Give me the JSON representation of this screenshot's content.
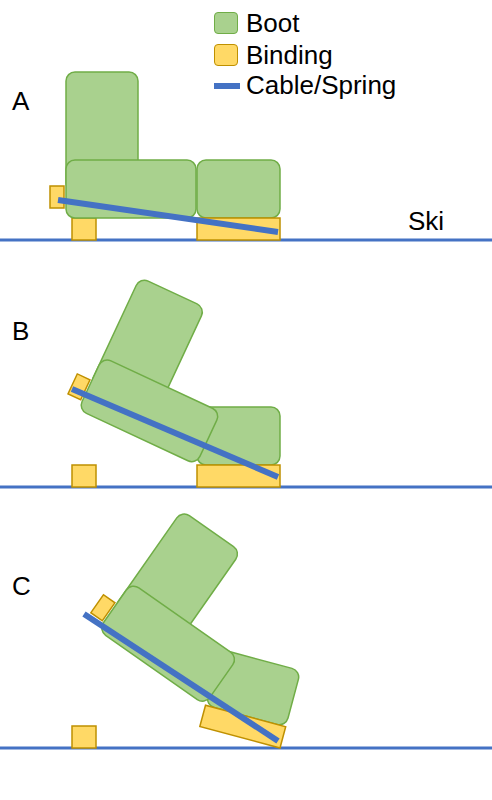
{
  "diagram": {
    "labels": [
      "A",
      "B",
      "C",
      "Ski"
    ],
    "legend": [
      {
        "text": "Boot",
        "color": "#a9d18e"
      },
      {
        "text": "Binding",
        "color": "#ffd966"
      },
      {
        "text": "Cable/Spring"
      }
    ]
  }
}
